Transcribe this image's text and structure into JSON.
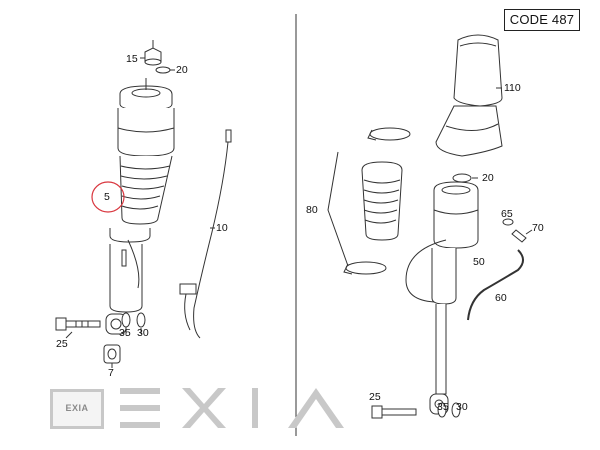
{
  "header": {
    "code_label": "CODE 487"
  },
  "watermark": {
    "box_text": "EXIA"
  },
  "callouts": {
    "left": {
      "c15": "15",
      "c20": "20",
      "c5": "5",
      "c10": "10",
      "c25": "25",
      "c35": "35",
      "c30": "30",
      "c7": "7"
    },
    "right": {
      "c110": "110",
      "c20": "20",
      "c80": "80",
      "c65": "65",
      "c70": "70",
      "c50": "50",
      "c60": "60",
      "c25": "25",
      "c35": "35",
      "c30": "30"
    }
  },
  "colors": {
    "line": "#333333",
    "highlight_circle": "#d9363e",
    "watermark_gray": "#c8c8c8"
  }
}
